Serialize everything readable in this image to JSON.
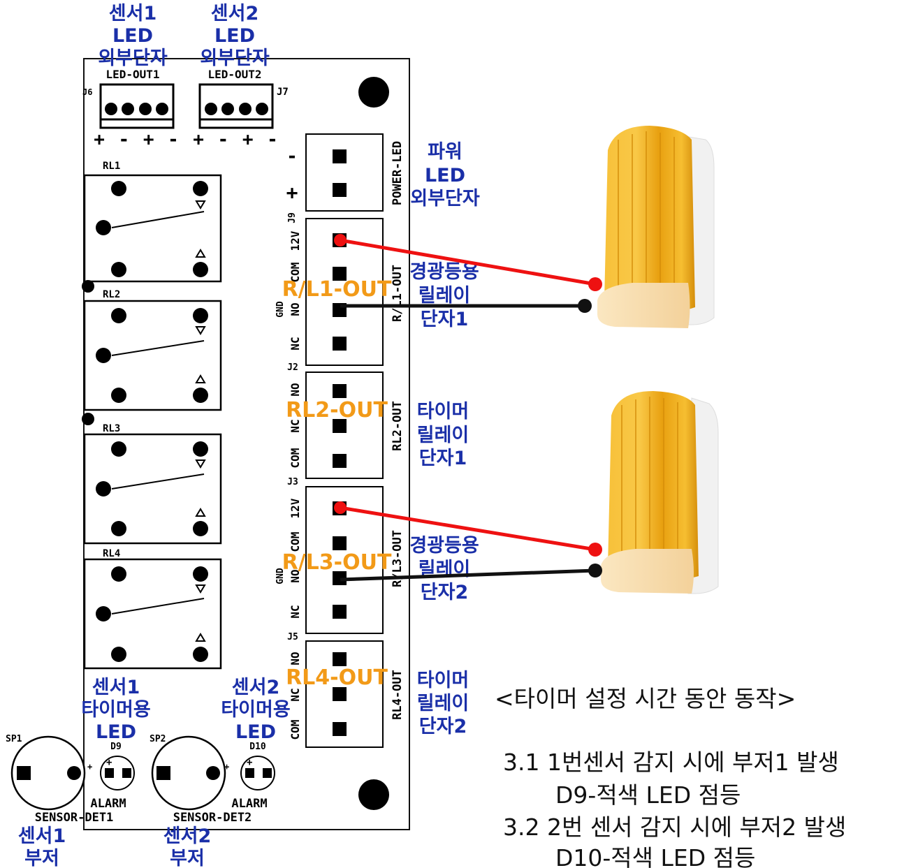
{
  "top_labels": {
    "sensor1_led": [
      "센서1",
      "LED",
      "외부단자"
    ],
    "sensor2_led": [
      "센서2",
      "LED",
      "외부단자"
    ]
  },
  "connectors": {
    "led_out1": "LED-OUT1",
    "led_out2": "LED-OUT2",
    "j6": "J6",
    "j7": "J7",
    "pm1": "+ - + -",
    "pm2": "+ - + -",
    "power_led": "POWER-LED",
    "j9": "J9",
    "j2": "J2",
    "j3": "J3",
    "j5": "J5",
    "rl1_out_vert": "R/L1-OUT",
    "rl2_out_vert": "RL2-OUT",
    "rl3_out_vert": "R/L3-OUT",
    "rl4_out_vert": "RL4-OUT"
  },
  "pin_labels": {
    "minus": "-",
    "plus": "+",
    "p12v_1": "12V",
    "com_1": "COM",
    "gnd_1": "GND",
    "no_1": "NO",
    "nc_1": "NC",
    "no_2": "NO",
    "nc_2": "NC",
    "com_2": "COM",
    "p12v_3": "12V",
    "com_3": "COM",
    "gnd_3": "GND",
    "no_3": "NO",
    "nc_3": "NC",
    "no_4": "NO",
    "nc_4": "NC",
    "com_4": "COM"
  },
  "relays": [
    "RL1",
    "RL2",
    "RL3",
    "RL4"
  ],
  "orange_labels": {
    "rl1": "R/L1-OUT",
    "rl2": "RL2-OUT",
    "rl3": "R/L3-OUT",
    "rl4": "RL4-OUT"
  },
  "right_labels": {
    "power": [
      "파워",
      "LED",
      "외부단자"
    ],
    "rl1": [
      "경광등용",
      "릴레이",
      "단자1"
    ],
    "rl2": [
      "타이머",
      "릴레이",
      "단자1"
    ],
    "rl3": [
      "경광등용",
      "릴레이",
      "단자2"
    ],
    "rl4": [
      "타이머",
      "릴레이",
      "단자2"
    ]
  },
  "bottom": {
    "sensor1_timer_led": [
      "센서1",
      "타이머용",
      "LED"
    ],
    "sensor2_timer_led": [
      "센서2",
      "타이머용",
      "LED"
    ],
    "sp1": "SP1",
    "sp2": "SP2",
    "d9": "D9",
    "d10": "D10",
    "alarm1": "ALARM",
    "alarm2": "ALARM",
    "sensor_det1": "SENSOR-DET1",
    "sensor_det2": "SENSOR-DET2",
    "sensor1_buzzer": [
      "센서1",
      "부저"
    ],
    "sensor2_buzzer": [
      "센서2",
      "부저"
    ]
  },
  "notes": {
    "timer": "<타이머 설정 시간 동안 동작>",
    "line1": "3.1  1번센서 감지 시에 부저1 발생",
    "line2": "D9-적색 LED 점등",
    "line3": "3.2  2번 센서 감지 시에 부저2 발생",
    "line4": "D10-적색 LED 점등"
  },
  "colors": {
    "label_blue": "#1a2fa8",
    "orange": "#f29a18",
    "wire_red": "#ee1111",
    "wire_black": "#111111",
    "lamp_amber": "#f7b619"
  }
}
